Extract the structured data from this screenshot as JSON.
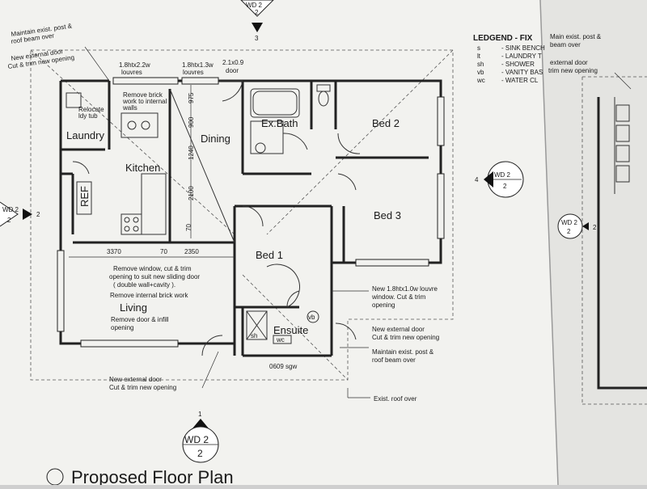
{
  "rooms": {
    "laundry": "Laundry",
    "kitchen": "Kitchen",
    "dining": "Dining",
    "ex_bath": "Ex.Bath",
    "bed2": "Bed 2",
    "bed3": "Bed 3",
    "bed1": "Bed 1",
    "living": "Living",
    "ensuite": "Ensuite",
    "ref": "REF"
  },
  "fixtures": {
    "vb": "vb",
    "sh": "sh",
    "wc": "wc"
  },
  "notes": {
    "maintain_top": [
      "Maintain exist. post &",
      "roof beam over"
    ],
    "new_ext_door_top": [
      "New external door",
      "Cut & trim new opening"
    ],
    "relocate_tub": [
      "Relocate",
      "ldy tub"
    ],
    "remove_brick_kitchen": [
      "Remove brick",
      "work to internal",
      "walls"
    ],
    "remove_window": [
      "Remove window, cut & trim",
      "opening to suit new sliding door",
      "( double wall+cavity ).",
      "Remove internal brick work"
    ],
    "remove_door": [
      "Remove door & infill",
      "opening"
    ],
    "new_louvre": [
      "New 1.8htx1.0w louvre",
      "window. Cut & trim",
      "opening"
    ],
    "new_ext_door_right": [
      "New external door",
      "Cut & trim new opening"
    ],
    "maintain_right": [
      "Maintain exist. post &",
      "roof beam over"
    ],
    "new_ext_door_bottom": [
      "New external door",
      "Cut & trim new opening"
    ],
    "exist_roof": "Exist. roof over",
    "sgw": "0609 sgw"
  },
  "top_windows": {
    "w1": [
      "1.8htx2.2w",
      "louvres"
    ],
    "w2": [
      "1.8htx1.3w",
      "louvres"
    ],
    "door": [
      "2.1x0.9",
      "door"
    ]
  },
  "dimensions": {
    "d975": "975",
    "d900": "900",
    "d1240": "1240",
    "d2100": "2100",
    "d70v": "70",
    "d3370": "3370",
    "d70h": "70",
    "d2350": "2350"
  },
  "markers": {
    "top": {
      "ref": "WD 2",
      "num": "2",
      "view": "3"
    },
    "left": {
      "ref": "WD 2",
      "num": "2",
      "view": "2"
    },
    "right": {
      "ref": "WD 2",
      "num": "2",
      "view": "4"
    },
    "bottom": {
      "ref": "WD 2",
      "num": "2",
      "view": "1"
    },
    "second_sheet": {
      "ref": "WD 2",
      "num": "2",
      "view": "2"
    }
  },
  "legend": {
    "title": "LEDGEND - FIX",
    "items": [
      {
        "code": "s",
        "desc": "- SINK BENCH"
      },
      {
        "code": "lt",
        "desc": "- LAUNDRY T"
      },
      {
        "code": "sh",
        "desc": "- SHOWER"
      },
      {
        "code": "vb",
        "desc": "- VANITY BAS"
      },
      {
        "code": "wc",
        "desc": "- WATER CL"
      }
    ]
  },
  "second_sheet_notes": {
    "maintain": [
      "Main exist. post &",
      "beam over"
    ],
    "ext_door": [
      "external door",
      "trim new opening"
    ]
  },
  "title": "Proposed Floor Plan",
  "colors": {
    "paper": "#f4f4f1",
    "ink": "#1a1a1a",
    "shadow": "#bdbdbd"
  }
}
